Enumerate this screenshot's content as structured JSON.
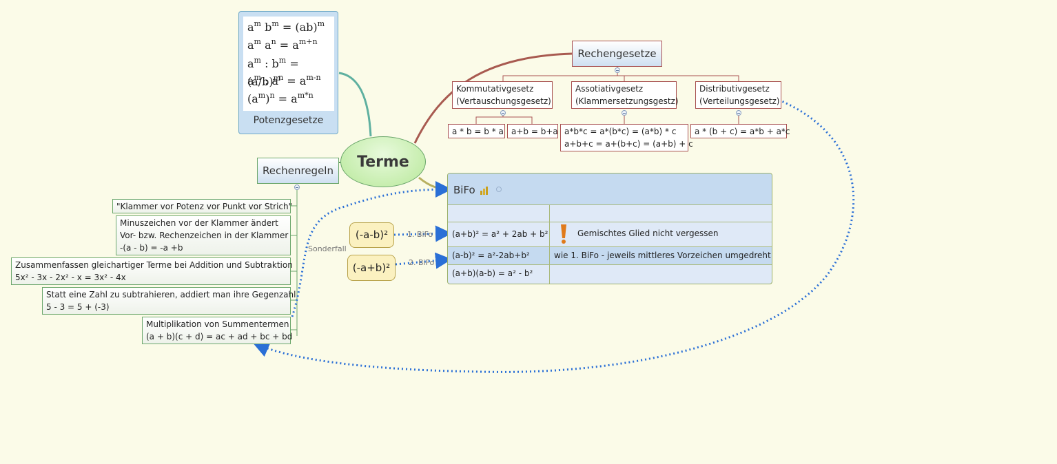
{
  "center": {
    "label": "Terme"
  },
  "potenzgesetze": {
    "label": "Potenzgesetze",
    "formulas": [
      {
        "a": "a",
        "a_sup": "m",
        "b": " b",
        "b_sup": "m",
        "eq": " = (ab)",
        "r_sup": "m"
      },
      {
        "a": "a",
        "a_sup": "m",
        "b": " a",
        "b_sup": "n",
        "eq": " = a",
        "r_sup": "m+n"
      },
      {
        "a": "a",
        "a_sup": "m",
        "b": " : b",
        "b_sup": "m",
        "eq": " = (a/b)",
        "r_sup": "m"
      },
      {
        "a": "a",
        "a_sup": "m",
        "b": " : a",
        "b_sup": "n",
        "eq": " = a",
        "r_sup": "m-n"
      },
      {
        "a": "(a",
        "a_sup": "m",
        "b": ")",
        "b_sup": "n",
        "eq": " = a",
        "r_sup": "m*n"
      }
    ]
  },
  "rechengesetze": {
    "label": "Rechengesetze",
    "kommutativ": {
      "title1": "Kommutativgesetz",
      "title2": "(Vertauschungsgesetz)",
      "ex1": "a * b = b * a",
      "ex2": "a+b = b+a"
    },
    "assoziativ": {
      "title1": "Assotiativgesetz",
      "title2": "(Klammersetzungsgestz)",
      "ex1": "a*b*c = a*(b*c) = (a*b) * c",
      "ex2": "a+b+c = a+(b+c) = (a+b) + c"
    },
    "distributiv": {
      "title1": "Distributivgesetz",
      "title2": "(Verteilungsgesetz)",
      "ex1": "a * (b + c) = a*b + a*c"
    }
  },
  "rechenregeln": {
    "label": "Rechenregeln",
    "items": [
      {
        "l1": "\"Klammer vor Potenz vor Punkt vor Strich\""
      },
      {
        "l1": "Minuszeichen vor der Klammer ändert",
        "l2": "Vor- bzw. Rechenzeichen in der Klammer",
        "l3": "-(a - b) = -a +b"
      },
      {
        "l1": "Zusammenfassen gleichartiger Terme bei Addition und Subtraktion",
        "l2": "5x² - 3x - 2x²  - x = 3x² - 4x"
      },
      {
        "l1": "Statt eine Zahl zu subtrahieren, addiert man ihre Gegenzahl",
        "l2": "5 - 3 = 5 + (-3)"
      },
      {
        "l1": "Multiplikation von Summentermen",
        "l2": "(a + b)(c + d) = ac + ad + bc + bd"
      }
    ],
    "sonderfall_label": "Sonderfall"
  },
  "bifo": {
    "label": "BiFo",
    "rows": [
      {
        "formula": "(a+b)² = a² + 2ab + b²",
        "note": "Gemischtes Glied nicht vergessen"
      },
      {
        "formula": "(a-b)² = a²-2ab+b²",
        "note": "wie 1. BiFo - jeweils mittleres Vorzeichen umgedreht"
      },
      {
        "formula": "(a+b)(a-b) = a² - b²",
        "note": ""
      }
    ],
    "pill1": {
      "label": "(-a-b)²",
      "link": "1. BiFo"
    },
    "pill2": {
      "label": "(-a+b)²",
      "link": "2. BiFo"
    }
  },
  "colors": {
    "background": "#fbfbe8",
    "center_fill": "#c8eeb0",
    "green_border": "#6aa66a",
    "red_border": "#a85050",
    "blue_fill": "#cfe0f1",
    "link_blue": "#2a6fd6"
  }
}
